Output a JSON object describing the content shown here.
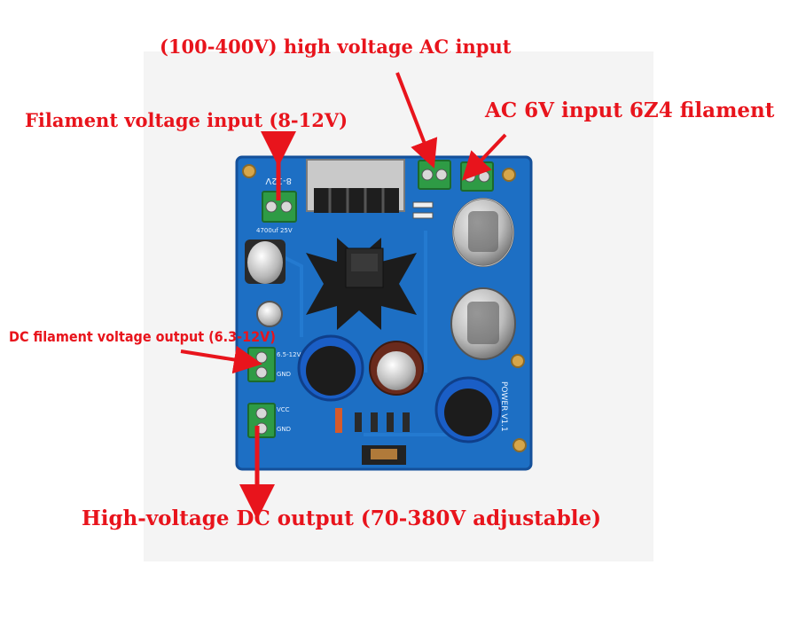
{
  "colors": {
    "backdrop": "#f4f4f4",
    "pcb": "#1d6fc4",
    "pcb_dark": "#14509a",
    "terminal": "#2e9b45",
    "heatsink": "#2b2b2b",
    "label": "#e8141c",
    "arrow": "#e8141c"
  },
  "labels": {
    "hv_ac_input": "(100-400V) high voltage AC input",
    "ac_6v_input": "AC 6V input 6Z4 filament",
    "filament_input": "Filament voltage input (8-12V)",
    "dc_filament_output": "DC filament voltage output (6.3-12V)",
    "hv_dc_output": "High-voltage DC output (70-380V adjustable)"
  },
  "board": {
    "silkscreen": {
      "title": "POWER V1.1",
      "top_left": "8-12V",
      "cap": "4700uf 25V",
      "dc_out_top": "6.5-12V",
      "gnd": "GND",
      "vcc": "VCC",
      "gnd2": "GND"
    },
    "icons": [
      "terminal-block-icon",
      "vacuum-tube-icon",
      "capacitor-icon",
      "heatsink-icon",
      "diode-icon"
    ]
  }
}
